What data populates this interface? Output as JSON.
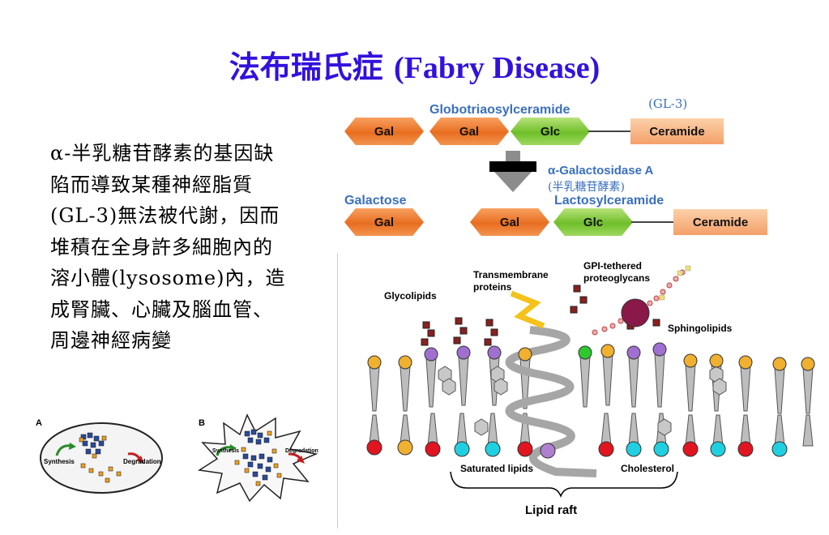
{
  "slide": {
    "title_cn": "法布瑞氏症",
    "title_en": "(Fabry Disease)",
    "body_text": "α-半乳糖苷酵素的基因缺陷而導致某種神經脂質(GL-3)無法被代謝，因而堆積在全身許多細胞內的溶小體(lysosome)內，造成腎臟、心臟及腦血管、周邊神經病變"
  },
  "pathway": {
    "substrate_name": "Globotriaosylceramide",
    "substrate_abbr": "(GL-3)",
    "substrate_units": [
      "Gal",
      "Gal",
      "Glc",
      "Ceramide"
    ],
    "enzyme_name": "α-Galactosidase A",
    "enzyme_cn": "(半乳糖苷酵素)",
    "product_left_name": "Galactose",
    "product_left_unit": "Gal",
    "product_right_name": "Lactosylceramide",
    "product_right_units": [
      "Gal",
      "Glc",
      "Ceramide"
    ]
  },
  "lysosome_figure": {
    "panel_a": "A",
    "panel_b": "B",
    "a_synthesis": "Synthesis",
    "a_degradation": "Degradation",
    "b_synthesis": "Synthesis",
    "b_degradation": "Degradation"
  },
  "membrane_figure": {
    "glycolipids": "Glycolipids",
    "transmembrane": "Transmembrane",
    "proteins": "proteins",
    "gpi_line1": "GPI-tethered",
    "gpi_line2": "proteoglycans",
    "sphingolipids": "Sphingolipids",
    "saturated_lipids": "Saturated lipids",
    "cholesterol": "Cholesterol",
    "lipid_raft": "Lipid raft"
  },
  "colors": {
    "title": "#3311dd",
    "pathway_label": "#3a6fbf",
    "sugar_orange": "#e86e20",
    "sugar_green": "#6fbf2a",
    "ceramide": "#f4a06a"
  }
}
